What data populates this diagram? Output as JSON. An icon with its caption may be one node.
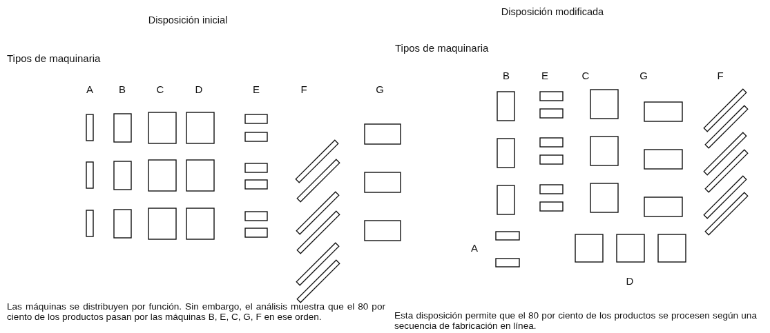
{
  "diagram": {
    "labels": [
      "Disposición inicial",
      "Tipos de maquinaria",
      "A",
      "B",
      "C",
      "D",
      "E",
      "F",
      "G",
      "Las máquinas se distribuyen por función. Sin embargo, el análisis muestra que el 80 por ciento de los productos pasan por las máquinas B, E, C, G, F en ese orden.",
      "Disposición modificada",
      "Tipos de maquinaria",
      "B",
      "E",
      "C",
      "G",
      "F",
      "A",
      "D",
      "Esta disposición permite que el 80 por ciento de los productos se procesen según una secuencia de fabricación en línea."
    ]
  }
}
